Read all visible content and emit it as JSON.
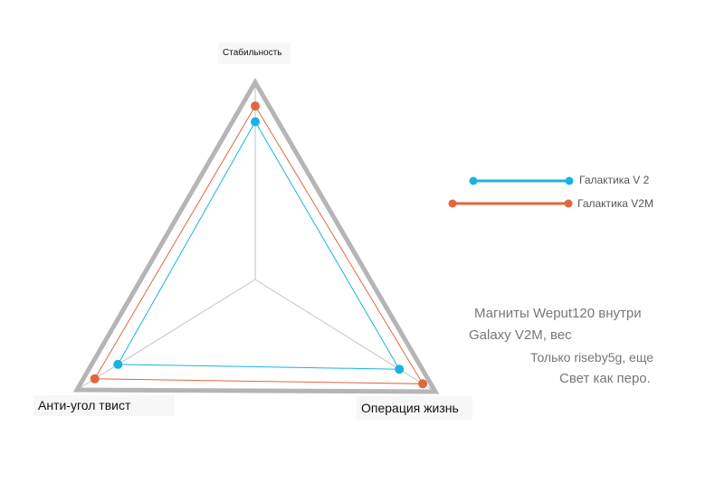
{
  "chart_data": {
    "type": "radar",
    "axes": [
      "Стабильность",
      "Операция жизнь",
      "Анти-угол твист"
    ],
    "range": [
      0,
      1
    ],
    "series": [
      {
        "name": "Галактика V 2",
        "color": "#1ab3e0",
        "values": [
          0.8,
          0.8,
          0.77
        ]
      },
      {
        "name": "Галактика V2M",
        "color": "#e0673e",
        "values": [
          0.88,
          0.93,
          0.9
        ]
      }
    ],
    "frame_color": "#b5b5b5",
    "grid_color": "#c2c2c2",
    "legend_position": "right"
  },
  "legend": [
    {
      "label": "Галактика V 2"
    },
    {
      "label": "Галактика V2M"
    }
  ],
  "notes": [
    "Магниты Weput120 внутри",
    "Galaxy V2M, вес",
    "Только riseby5g, еще",
    "Свет как перо."
  ]
}
